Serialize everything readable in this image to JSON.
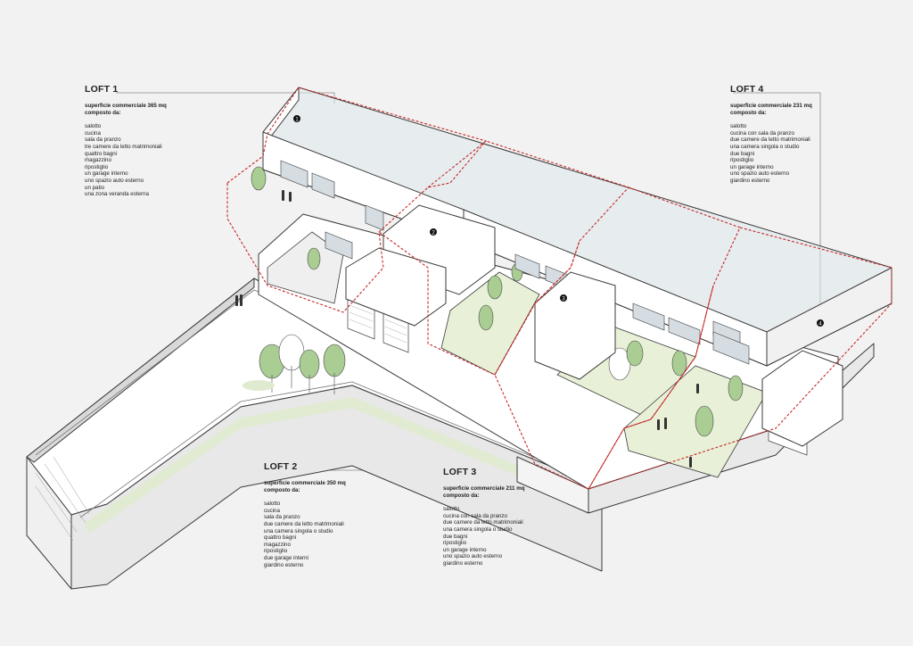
{
  "lofts": [
    {
      "id": "loft1",
      "marker": "1",
      "title": "LOFT 1",
      "subtitle": "superficie commerciale 365 mq\ncomposto da:",
      "items": [
        "salotto",
        "cucina",
        "sala da pranzo",
        "tre camere da letto matrimoniali",
        "quattro bagni",
        "magazzino",
        "ripostiglio",
        "un garage interno",
        "uno spazio auto esterno",
        "un patio",
        "una zona veranda esterna"
      ]
    },
    {
      "id": "loft2",
      "marker": "2",
      "title": "LOFT 2",
      "subtitle": "superficie commerciale 350 mq\ncomposto da:",
      "items": [
        "salotto",
        "cucina",
        "sala da pranzo",
        "due camere da letto matrimoniali",
        "una camera singola o studio",
        "quattro bagni",
        "magazzino",
        "ripostiglio",
        "due garage interni",
        "giardino esterno"
      ]
    },
    {
      "id": "loft3",
      "marker": "3",
      "title": "LOFT 3",
      "subtitle": "superficie commerciale 211 mq\ncomposto da:",
      "items": [
        "salotto",
        "cucina con sala da pranzo",
        "due camere da letto matrimoniali",
        "una camera singola o studio",
        "due bagni",
        "ripostiglio",
        "un garage interno",
        "uno spazio auto esterno",
        "giardino esterno"
      ]
    },
    {
      "id": "loft4",
      "marker": "4",
      "title": "LOFT 4",
      "subtitle": "superficie commerciale 231 mq\ncomposto da:",
      "items": [
        "salotto",
        "cucina con sala da pranzo",
        "due camere da letto matrimoniali",
        "una camera singola o studio",
        "due bagni",
        "ripostiglio",
        "un garage interno",
        "uno spazio auto esterno",
        "giardino esterno"
      ]
    }
  ],
  "colors": {
    "background": "#f2f2f2",
    "boundary": "#c62828",
    "line": "#3a3a3a",
    "garden": "#e6f0d2",
    "tree": "#9fc48a",
    "glass": "#dde6ec"
  }
}
